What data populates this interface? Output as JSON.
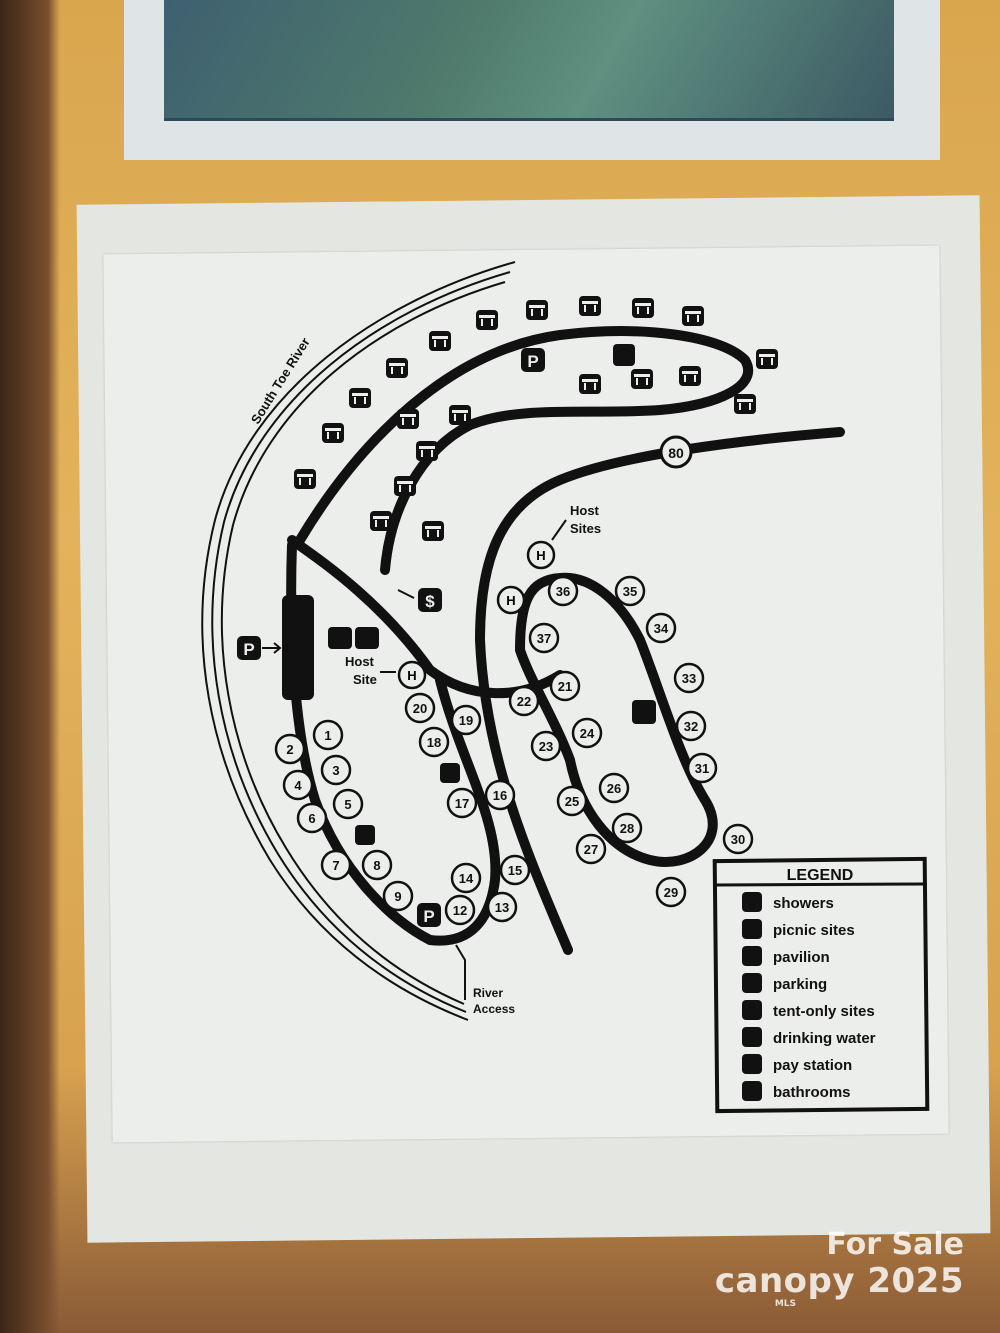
{
  "map": {
    "river_label": "South Toe River",
    "host_sites_label": [
      "Host",
      "Sites"
    ],
    "host_site_label": [
      "Host",
      "Site"
    ],
    "river_access_label": [
      "River",
      "Access"
    ],
    "road_marker": "80",
    "host_marker": "H",
    "parking_marker": "P",
    "pay_marker": "$",
    "sites": [
      "1",
      "2",
      "3",
      "4",
      "5",
      "6",
      "7",
      "8",
      "9",
      "12",
      "13",
      "14",
      "15",
      "16",
      "17",
      "18",
      "19",
      "20",
      "21",
      "22",
      "23",
      "24",
      "25",
      "26",
      "27",
      "28",
      "29",
      "30",
      "31",
      "32",
      "33",
      "34",
      "35",
      "36",
      "37"
    ]
  },
  "legend": {
    "title": "LEGEND",
    "items": [
      {
        "icon": "showers-icon",
        "label": "showers"
      },
      {
        "icon": "picnic-table-icon",
        "label": "picnic sites"
      },
      {
        "icon": "pavilion-icon",
        "label": "pavilion"
      },
      {
        "icon": "parking-icon",
        "label": "parking"
      },
      {
        "icon": "tent-icon",
        "label": "tent-only sites"
      },
      {
        "icon": "drinking-water-icon",
        "label": "drinking water"
      },
      {
        "icon": "pay-station-icon",
        "label": "pay station"
      },
      {
        "icon": "bathrooms-icon",
        "label": "bathrooms"
      }
    ]
  },
  "watermark": {
    "for_sale": "For Sale",
    "brand": "canopy 2025",
    "mls": "MLS"
  }
}
